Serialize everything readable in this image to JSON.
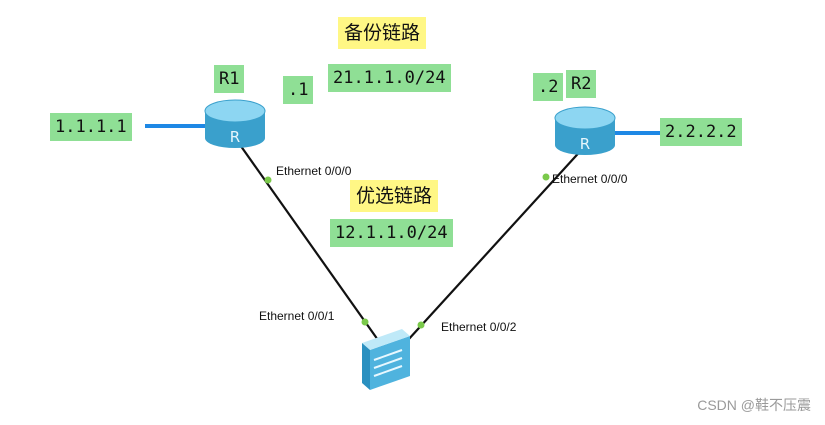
{
  "backup_link_label": "备份链路",
  "preferred_link_label": "优选链路",
  "backup_net": "21.1.1.0/24",
  "preferred_net": "12.1.1.0/24",
  "r1": {
    "name": "R1",
    "loopback": "1.1.1.1",
    "addr_suffix": ".1",
    "port": "Ethernet 0/0/0"
  },
  "r2": {
    "name": "R2",
    "loopback": "2.2.2.2",
    "addr_suffix": ".2",
    "port": "Ethernet 0/0/0"
  },
  "switch": {
    "port_left": "Ethernet 0/0/1",
    "port_right": "Ethernet 0/0/2"
  },
  "watermark": "CSDN @鞋不压震",
  "colors": {
    "label_green": "#8fdf95",
    "label_yellow": "#fff785",
    "link_blue": "#1e88e5",
    "device_blue": "#62bde0"
  }
}
